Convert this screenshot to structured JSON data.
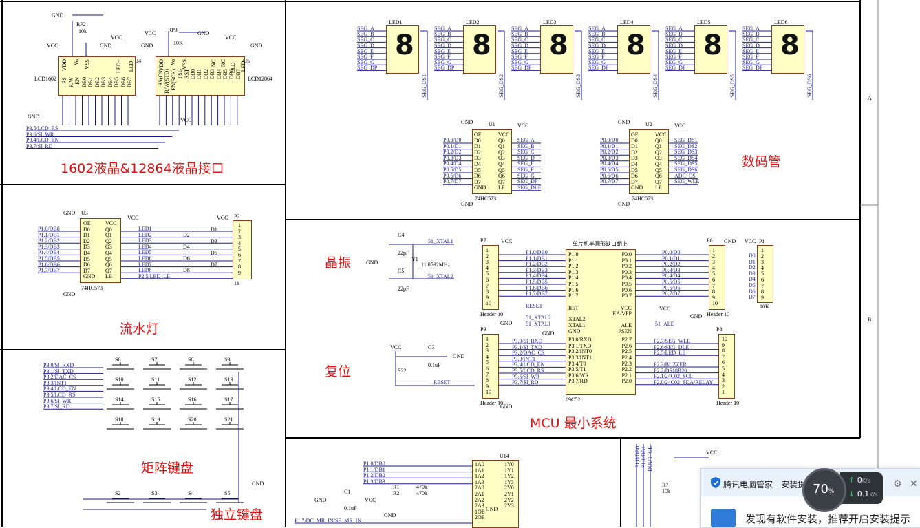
{
  "titles": {
    "lcd": "1602液晶&12864液晶接口",
    "segment": "数码管",
    "led": "流水灯",
    "oscillator": "晶振",
    "reset": "复位",
    "mcu": "MCU 最小系统",
    "matrix": "矩阵键盘",
    "independent": "独立键盘"
  },
  "lcd_panel": {
    "j4": "J4",
    "lcd1602": "LCD1602",
    "j5": "J5",
    "lcd12864": "LCD12864",
    "rp2": "RP2",
    "rp2_val": "10k",
    "rp3": "RP3",
    "rp3_val": "10K",
    "gnd": "GND",
    "vcc": "VCC",
    "j4_top_pins": [
      "VDD",
      "Vo",
      "VSS",
      "LED+",
      "LED-"
    ],
    "j4_bottom_pins": [
      "RS",
      "R/W",
      "EN",
      "DB0",
      "DB1",
      "DB2",
      "DB3",
      "DB4",
      "DB5",
      "DB6",
      "DB7"
    ],
    "j5_top_pins": [
      "VDD",
      "Vo",
      "VSS",
      "NC",
      "NC",
      "LED+",
      "LED-"
    ],
    "j5_bottom_pins": [
      "RS(CS)",
      "R/W(STD)",
      "EN(SCK)",
      "PSB",
      "RST",
      "DB0",
      "DB1",
      "DB2",
      "DB3",
      "DB4",
      "DB5",
      "DB6",
      "DB7"
    ],
    "nets": [
      "P3.5/LCD_RS",
      "P3.6/Sl_WR",
      "P3.4/LCD_EN",
      "P3.7/Sl_RD"
    ]
  },
  "segment_panel": {
    "leds": [
      "LED1",
      "LED2",
      "LED3",
      "LED4",
      "LED5",
      "LED6"
    ],
    "seg_labels": [
      "SEG_A",
      "SEG_B",
      "SEG_C",
      "SEG_D",
      "SEG_E",
      "SEG_F",
      "SEG_G",
      "SEG_DP"
    ],
    "ds_labels": [
      "SEG_DS1",
      "SEG_DS2",
      "SEG_DS3",
      "SEG_DS4",
      "SEG_DS5",
      "SEG_DS6"
    ],
    "digit": "8",
    "u1": "U1",
    "u2": "U2",
    "chip": "74HC573",
    "u1_outputs": [
      "SEG_A",
      "SEG_B",
      "SEG_C",
      "SEG_D",
      "SEG_E",
      "SEG_F",
      "SEG_G",
      "SEG_DP",
      "SEG_DLE"
    ],
    "u2_outputs": [
      "SEG_DS1",
      "SEG_DS2",
      "SEG_DS3",
      "SEG_DS4",
      "SEG_DS5",
      "SEG_DS6",
      "ADC_CS",
      "SEG_WLE"
    ],
    "inputs": [
      "P0.0/D0",
      "P0.1/D1",
      "P0.2/D2",
      "P0.3/D3",
      "P0.4/D4",
      "P0.5/D5",
      "P0.6/D6",
      "P0.7/D7"
    ],
    "chip_left_pins": [
      "OE",
      "D0",
      "D1",
      "D2",
      "D3",
      "D4",
      "D5",
      "D6",
      "D7",
      "GND"
    ],
    "chip_right_pins": [
      "VCC",
      "Q0",
      "Q1",
      "Q2",
      "Q3",
      "Q4",
      "Q5",
      "Q6",
      "Q7",
      "LE"
    ]
  },
  "led_panel": {
    "u3": "U3",
    "chip": "74HC573",
    "p2": "P2",
    "p2_val": "1k",
    "inputs": [
      "P1.0/DB0",
      "P1.1/DB1",
      "P1.2/DB2",
      "P1.3/DB3",
      "P1.4/DB4",
      "P1.5/DB5",
      "P1.6/DB6",
      "P1.7/DB7"
    ],
    "outputs": [
      "LED1",
      "LED2",
      "LED3",
      "LED4",
      "LED5",
      "LED6",
      "LED7",
      "LED8",
      "P2.5/LED_LE"
    ],
    "diodes": [
      "D1",
      "D2",
      "D3",
      "D4",
      "D5",
      "D6",
      "D7",
      "D8"
    ]
  },
  "mcu_panel": {
    "c4": "C4",
    "c4_val": "22pF",
    "c5": "C5",
    "c5_val": "22pF",
    "y1": "Y1",
    "y1_val": "11.0592MHz",
    "xtal1": "51_XTAL1",
    "xtal2": "51_XTAL2",
    "c3": "C3",
    "c3_val": "0.1uF",
    "s22": "S22",
    "reset": "RESET",
    "mcu_name": "单片机半圆形缺口朝上",
    "mcu_chip": "89C52",
    "p7": "P7",
    "p6": "P6",
    "p1": "P1",
    "p9": "P9",
    "p8": "P8",
    "header": "Header 10",
    "p1_val": "10K",
    "p1_port": [
      "P1.0/DB0",
      "P1.1/DB1",
      "P1.2/DB2",
      "P1.3/DB3",
      "P1.4/DB4",
      "P1.5/DB5",
      "P1.6/DB6",
      "P1.7/DB7"
    ],
    "p0_port": [
      "P0.0/D0",
      "P0.1/D1",
      "P0.2/D2",
      "P0.3/D3",
      "P0.4/D4",
      "P0.5/D5",
      "P0.6/D6",
      "P0.7/D7"
    ],
    "p3_port": [
      "P3.0/Sl_RXD",
      "P3.1/Sl_TXD",
      "P3.2/DAC_CS",
      "P3.3/INT1",
      "P3.4/LCD_EN",
      "P3.5/LCD_RS",
      "P3.6/Sl_WR",
      "P3.7/Sl_RD"
    ],
    "p2_port": [
      "P2.7/SEG_WLE",
      "P2.6/SEG_DLE",
      "P2.5/LED_LE",
      "P2.3/BUZZER",
      "P2.2/DS18B20",
      "P2.1/24C02_SCL",
      "P2.0/24C02_SDA/RELAY"
    ],
    "chip_left": [
      "P1.0",
      "P1.1",
      "P1.2",
      "P1.3",
      "P1.4",
      "P1.5",
      "P1.6",
      "P1.7",
      "RST",
      "XTAL2",
      "XTAL1",
      "GND",
      "P3.0/RXD",
      "P3.1/TXD",
      "P3.2/INT0",
      "P3.3/INT1",
      "P3.4/T0",
      "P3.5/T1",
      "P3.6/WR",
      "P3.7/RD"
    ],
    "chip_right": [
      "P0.0",
      "P0.1",
      "P0.2",
      "P0.3",
      "P0.4",
      "P0.5",
      "P0.6",
      "P0.7",
      "VCC",
      "EA/VPP",
      "ALE",
      "PSEN",
      "P2.7",
      "P2.6",
      "P2.5",
      "P2.4",
      "P2.3",
      "P2.2",
      "P2.1",
      "P2.0"
    ],
    "d_labels": [
      "D0",
      "D1",
      "D2",
      "D3",
      "D4",
      "D5",
      "D6",
      "D7"
    ],
    "ale_net": "51_ALE"
  },
  "key_panel": {
    "nets": [
      "P3.0/Sl_RXD",
      "P3.1/Sl_TXD",
      "P3.2/DAC_CS",
      "P3.3/INT1",
      "P3.4/LCD_EN",
      "P3.5/LCD_RS",
      "P3.6/Sl_WR",
      "P3.7/Sl_RD"
    ],
    "matrix_keys": [
      "S6",
      "S7",
      "S8",
      "S9",
      "S10",
      "S11",
      "S12",
      "S13",
      "S14",
      "S15",
      "S16",
      "S17",
      "S18",
      "S19",
      "S20",
      "S21"
    ],
    "independent_keys": [
      "S2",
      "S3",
      "S4",
      "S5"
    ]
  },
  "bottom_panel": {
    "u14": "U14",
    "c1": "C1",
    "c1_val": "0.1uF",
    "r1": "R1",
    "r2": "R2",
    "r_val": "470k",
    "inputs": [
      "P1.0/DB0",
      "P1.1/DB1",
      "P1.2/DB2",
      "P1.3/DB3"
    ],
    "left_pins": [
      "1A0",
      "1A1",
      "1A2",
      "1A3",
      "2A0",
      "2A1",
      "2A2",
      "2A3",
      "1OE",
      "2OE"
    ],
    "right_pins": [
      "1Y0",
      "1Y1",
      "1Y2",
      "1Y3",
      "2Y0",
      "2Y1",
      "2Y2",
      "2Y3"
    ],
    "net_bottom": "P1.7/DC_MR_IN/SE_MR_IN",
    "r7": "R7",
    "r7_val": "10k",
    "right_nets": [
      "P1.0/DB0",
      "P1.1/DB1",
      "DOUT_OE"
    ]
  },
  "border": {
    "a": "A",
    "b": "B"
  },
  "notification": {
    "title": "腾讯电脑管家 - 安装提示",
    "message": "发现有软件安装，推荐开启安装提示",
    "percent": "70",
    "percent_unit": "%",
    "up": "0",
    "down": "0.1",
    "unit": "K/s"
  },
  "colors": {
    "title": "#e01010",
    "chip_fill": "#fffec4",
    "chip_border": "#8a3b1f",
    "net": "#0b0b8f",
    "wire": "#1a1a8f"
  }
}
